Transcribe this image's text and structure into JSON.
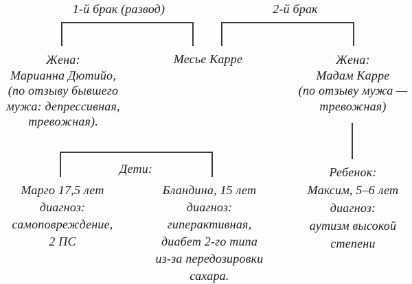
{
  "page": {
    "background_color": "#fefefe",
    "text_color": "#1c1c1c",
    "line_color": "#3a3a3a"
  },
  "family_tree": {
    "marriage1_label": "1-й брак (развод)",
    "marriage2_label": "2-й брак",
    "husband_name": "Месье Карре",
    "wife1": {
      "lines": [
        "Жена:",
        "Марианна Дютийо,",
        "(по отзыву бывшего",
        "мужа: депрессивная,",
        "тревожная)."
      ]
    },
    "wife2": {
      "lines": [
        "Жена:",
        "Мадам Карре",
        "(по отзыву мужа —",
        "тревожная)"
      ]
    },
    "children_label": "Дети:",
    "child1": {
      "lines": [
        "Марго 17,5 лет",
        "диагноз:",
        "самоповреждение,",
        "2 ПС"
      ]
    },
    "child2": {
      "lines": [
        "Бландина, 15 лет",
        "диагноз:",
        "гиперактивная,",
        "диабет 2-го типа",
        "из-за передозировки",
        "сахара."
      ]
    },
    "child3": {
      "lines": [
        "Ребенок:",
        "Максим, 5–6 лет",
        "диагноз:",
        "аутизм высокой",
        "степени"
      ]
    }
  }
}
